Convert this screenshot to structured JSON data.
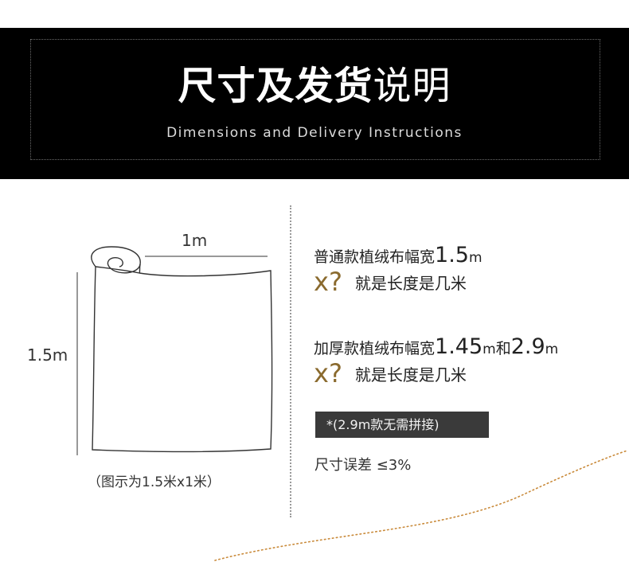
{
  "header": {
    "title_bold": "尺寸及发货",
    "title_light": "说明",
    "subtitle": "Dimensions and Delivery Instructions"
  },
  "illustration": {
    "width_label": "1m",
    "height_label": "1.5m",
    "caption": "（图示为1.5米x1米）"
  },
  "specs": {
    "normal": {
      "text": "普通款植绒布幅宽",
      "width_value": "1.5",
      "unit": "m",
      "x_symbol": "x?",
      "question": "就是长度是几米"
    },
    "thick": {
      "text": "加厚款植绒布幅宽",
      "value1": "1.45",
      "unit1": "m",
      "conj": "和",
      "value2": "2.9",
      "unit2": "m",
      "x_symbol": "x?",
      "question": "就是长度是几米"
    },
    "note": "*(2.9m款无需拼接)",
    "tolerance": "尺寸误差 ≤3%"
  },
  "colors": {
    "accent": "#8a6a2e",
    "banner_bg": "#000000",
    "note_bg": "#3a3a3a",
    "dots": "#c98a3a"
  }
}
